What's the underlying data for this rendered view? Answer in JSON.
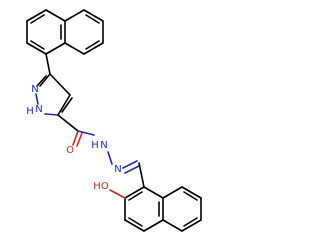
{
  "colors": {
    "carbon_bond": "#000000",
    "nitrogen": "#1f2ab3",
    "oxygen": "#d42a1c",
    "background": "#ffffff"
  },
  "atoms": {
    "n_top_label": "N",
    "nh_label": "H",
    "nh_n_label": "N",
    "carbonyl_o_label": "O",
    "hydrazide_nh_h": "H",
    "hydrazide_nh_n": "N",
    "imine_n_label": "N",
    "hydroxyl_label": "HO"
  }
}
